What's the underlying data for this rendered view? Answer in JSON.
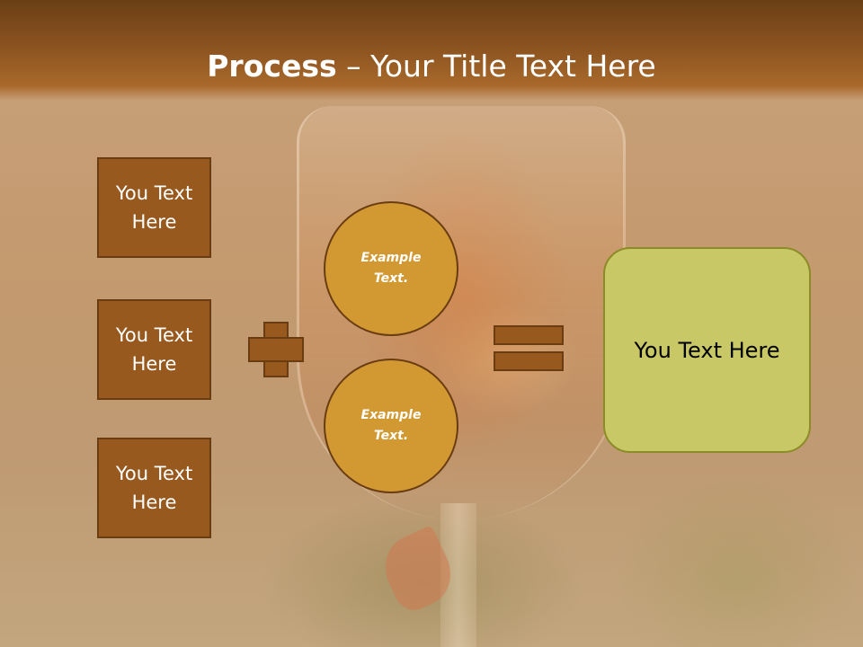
{
  "title": {
    "bold": "Process",
    "rest": " – Your Title Text Here"
  },
  "inputs": [
    {
      "label": "You Text Here"
    },
    {
      "label": "You Text Here"
    },
    {
      "label": "You Text Here"
    }
  ],
  "circles": [
    {
      "label": "Example Text."
    },
    {
      "label": "Example Text."
    }
  ],
  "result": {
    "label": "You Text Here"
  },
  "colors": {
    "header": "#8a5220",
    "box_fill": "#98591f",
    "box_border": "#6a3c12",
    "circle_fill": "#d29933",
    "result_fill": "#c9c866",
    "result_border": "#8b8b28"
  },
  "icons": [
    "plus-icon",
    "equals-icon"
  ]
}
